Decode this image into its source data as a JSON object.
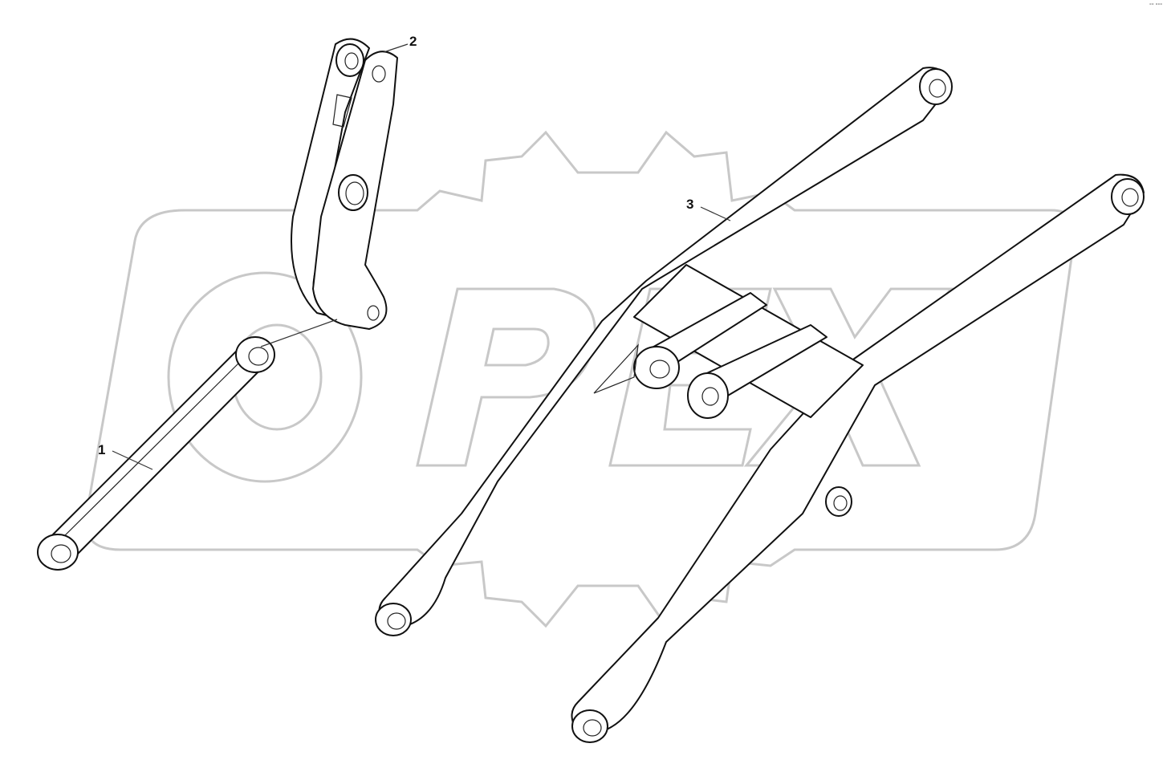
{
  "watermark": {
    "logo_text": "OPEX",
    "color": "#c8c8c8"
  },
  "corner_mark": "°° °°°",
  "callouts": [
    {
      "label": "1",
      "part": "link-rod"
    },
    {
      "label": "2",
      "part": "bellcrank"
    },
    {
      "label": "3",
      "part": "boom-frame"
    }
  ]
}
